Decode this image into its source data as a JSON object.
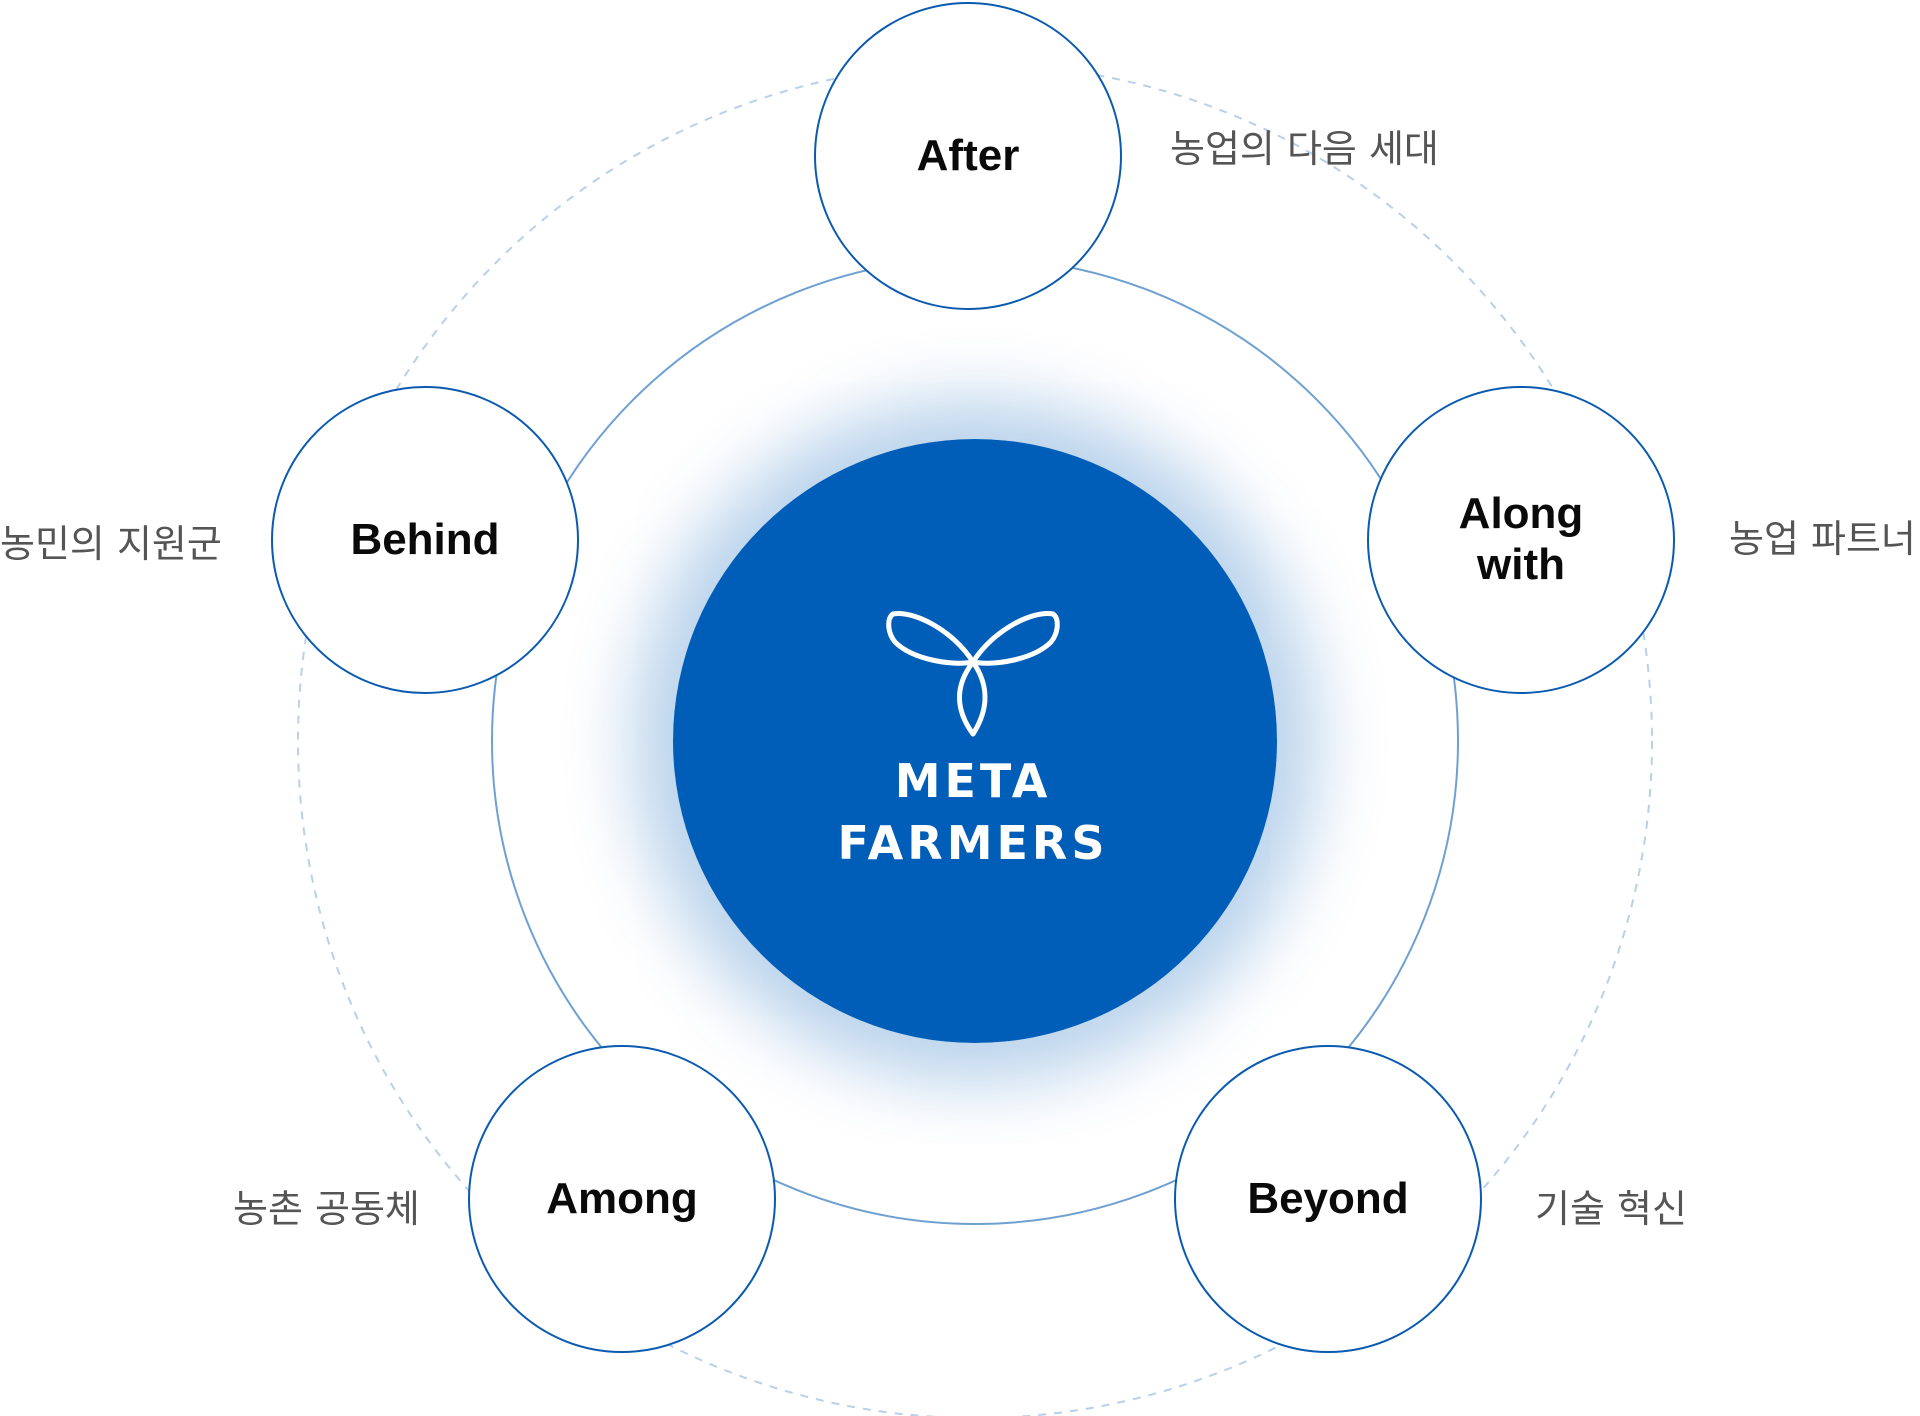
{
  "center": {
    "brand_line1": "META",
    "brand_line2": "FARMERS",
    "logo_icon": "sprout-logo-icon"
  },
  "nodes": [
    {
      "label": "After",
      "description": "농업의 다음 세대"
    },
    {
      "label": "Along\nwith",
      "description": "농업 파트너"
    },
    {
      "label": "Beyond",
      "description": "기술 혁신"
    },
    {
      "label": "Among",
      "description": "농촌 공동체"
    },
    {
      "label": "Behind",
      "description": "농민의 지원군"
    }
  ],
  "colors": {
    "primary_blue": "#005EB8",
    "node_border": "#0A5AB0",
    "inner_ring": "#6FA0D2",
    "outer_ring": "#B8D0EA",
    "label_text": "#0A0A0A",
    "description_text": "#555555"
  }
}
